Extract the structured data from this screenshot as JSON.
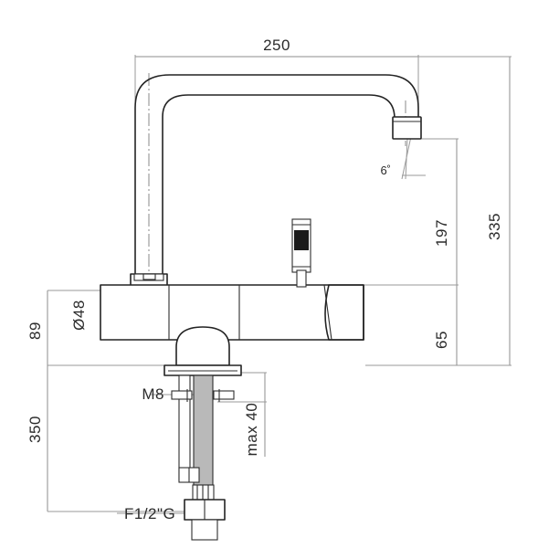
{
  "drawing": {
    "title": "Kitchen mixer tap dimensioned technical drawing",
    "background_color": "#ffffff",
    "line_color": "#232323",
    "dimension_line_color": "#8d8d8d",
    "units": "mm"
  },
  "dimensions": {
    "spout_reach": "250",
    "spout_height": "197",
    "overall_height": "335",
    "body_height_above_deck": "65",
    "left_upper": "89",
    "lower_depth": "350",
    "body_diameter": "Ø48",
    "thread_stud": "M8",
    "max_deck_thickness": "max 40",
    "inlet_thread": "F1/2\"G",
    "outlet_angle": "6˚"
  },
  "labels": [
    {
      "id": "dim-250",
      "text": "250",
      "orientation": "horizontal"
    },
    {
      "id": "dim-197",
      "text": "197",
      "orientation": "vertical"
    },
    {
      "id": "dim-335",
      "text": "335",
      "orientation": "vertical"
    },
    {
      "id": "dim-65",
      "text": "65",
      "orientation": "vertical"
    },
    {
      "id": "dim-89",
      "text": "89",
      "orientation": "vertical"
    },
    {
      "id": "dim-350",
      "text": "350",
      "orientation": "vertical"
    },
    {
      "id": "dim-d48",
      "text": "Ø48",
      "orientation": "vertical"
    },
    {
      "id": "dim-m8",
      "text": "M8",
      "orientation": "horizontal"
    },
    {
      "id": "dim-max40",
      "text": "max 40",
      "orientation": "vertical"
    },
    {
      "id": "dim-f12g",
      "text": "F1/2\"G",
      "orientation": "horizontal"
    },
    {
      "id": "dim-angle",
      "text": "6˚",
      "orientation": "horizontal"
    }
  ]
}
